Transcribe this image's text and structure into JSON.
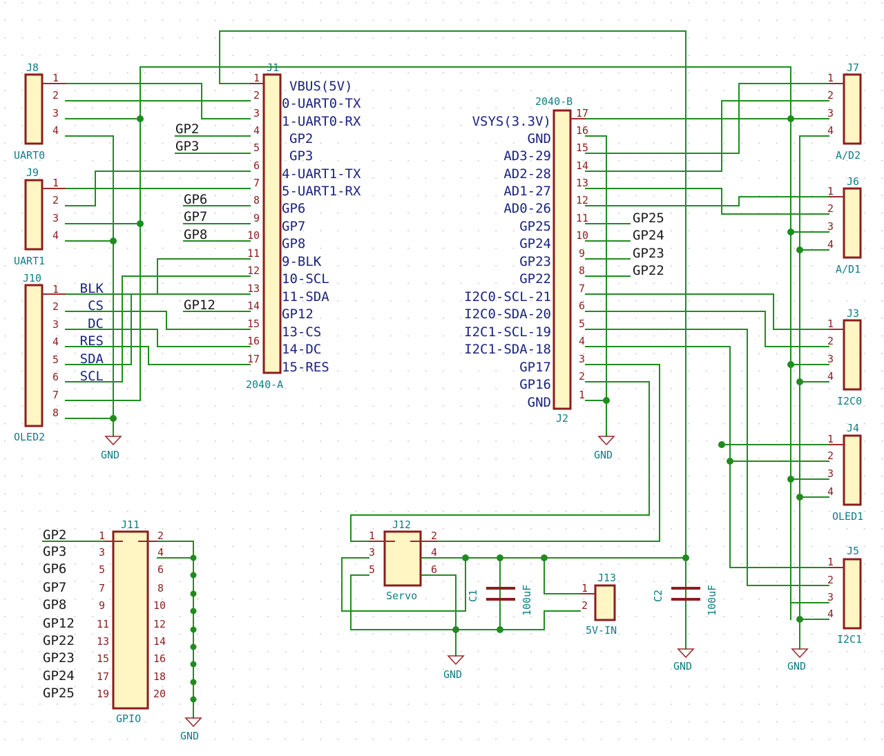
{
  "colors": {
    "wire": "#1e8c1e",
    "body_fill": "#fff6c4",
    "body_stroke": "#8c1c1c",
    "pin_name": "#1a237e",
    "reference": "#0f7d85"
  },
  "symbols": {
    "gnd_label": "GND",
    "J8": {
      "ref": "J8",
      "value": "UART0",
      "pins": [
        {
          "n": "1"
        },
        {
          "n": "2"
        },
        {
          "n": "3"
        },
        {
          "n": "4"
        }
      ]
    },
    "J9": {
      "ref": "J9",
      "value": "UART1",
      "pins": [
        {
          "n": "1"
        },
        {
          "n": "2"
        },
        {
          "n": "3"
        },
        {
          "n": "4"
        }
      ]
    },
    "J10": {
      "ref": "J10",
      "value": "OLED2",
      "pins": [
        {
          "n": "1",
          "name": "BLK"
        },
        {
          "n": "2",
          "name": "CS"
        },
        {
          "n": "3",
          "name": "DC"
        },
        {
          "n": "4",
          "name": "RES"
        },
        {
          "n": "5",
          "name": "SDA"
        },
        {
          "n": "6",
          "name": "SCL"
        },
        {
          "n": "7"
        },
        {
          "n": "8"
        }
      ]
    },
    "J1": {
      "ref": "J1",
      "value": "2040-A",
      "pins": [
        {
          "n": "1",
          "name": "VBUS(5V)"
        },
        {
          "n": "2",
          "name": "0-UART0-TX"
        },
        {
          "n": "3",
          "name": "1-UART0-RX"
        },
        {
          "n": "4",
          "name": "GP2"
        },
        {
          "n": "5",
          "name": "GP3"
        },
        {
          "n": "6",
          "name": "4-UART1-TX"
        },
        {
          "n": "7",
          "name": "5-UART1-RX"
        },
        {
          "n": "8",
          "name": "GP6"
        },
        {
          "n": "9",
          "name": "GP7"
        },
        {
          "n": "10",
          "name": "GP8"
        },
        {
          "n": "11",
          "name": "9-BLK"
        },
        {
          "n": "12",
          "name": "10-SCL"
        },
        {
          "n": "13",
          "name": "11-SDA"
        },
        {
          "n": "14",
          "name": "GP12"
        },
        {
          "n": "15",
          "name": "13-CS"
        },
        {
          "n": "16",
          "name": "14-DC"
        },
        {
          "n": "17",
          "name": "15-RES"
        }
      ]
    },
    "J2": {
      "ref": "J2",
      "value": "2040-B",
      "pins": [
        {
          "n": "17",
          "name": "VSYS(3.3V)"
        },
        {
          "n": "16",
          "name": "GND"
        },
        {
          "n": "15",
          "name": "AD3-29"
        },
        {
          "n": "14",
          "name": "AD2-28"
        },
        {
          "n": "13",
          "name": "AD1-27"
        },
        {
          "n": "12",
          "name": "AD0-26"
        },
        {
          "n": "11",
          "name": "GP25"
        },
        {
          "n": "10",
          "name": "GP24"
        },
        {
          "n": "9",
          "name": "GP23"
        },
        {
          "n": "8",
          "name": "GP22"
        },
        {
          "n": "7",
          "name": "I2C0-SCL-21"
        },
        {
          "n": "6",
          "name": "I2C0-SDA-20"
        },
        {
          "n": "5",
          "name": "I2C1-SCL-19"
        },
        {
          "n": "4",
          "name": "I2C1-SDA-18"
        },
        {
          "n": "3",
          "name": "GP17"
        },
        {
          "n": "2",
          "name": "GP16"
        },
        {
          "n": "1",
          "name": "GND"
        }
      ]
    },
    "J7": {
      "ref": "J7",
      "value": "A/D2",
      "pins": [
        {
          "n": "1"
        },
        {
          "n": "2"
        },
        {
          "n": "3"
        },
        {
          "n": "4"
        }
      ]
    },
    "J6": {
      "ref": "J6",
      "value": "A/D1",
      "pins": [
        {
          "n": "1"
        },
        {
          "n": "2"
        },
        {
          "n": "3"
        },
        {
          "n": "4"
        }
      ]
    },
    "J3": {
      "ref": "J3",
      "value": "I2C0",
      "pins": [
        {
          "n": "1"
        },
        {
          "n": "2"
        },
        {
          "n": "3"
        },
        {
          "n": "4"
        }
      ]
    },
    "J4": {
      "ref": "J4",
      "value": "OLED1",
      "pins": [
        {
          "n": "1"
        },
        {
          "n": "2"
        },
        {
          "n": "3"
        },
        {
          "n": "4"
        }
      ]
    },
    "J5": {
      "ref": "J5",
      "value": "I2C1",
      "pins": [
        {
          "n": "1"
        },
        {
          "n": "2"
        },
        {
          "n": "3"
        },
        {
          "n": "4"
        }
      ]
    },
    "J11": {
      "ref": "J11",
      "value": "GPIO",
      "left": [
        {
          "n": "1"
        },
        {
          "n": "3"
        },
        {
          "n": "5"
        },
        {
          "n": "7"
        },
        {
          "n": "9"
        },
        {
          "n": "11"
        },
        {
          "n": "13"
        },
        {
          "n": "15"
        },
        {
          "n": "17"
        },
        {
          "n": "19"
        }
      ],
      "right": [
        {
          "n": "2"
        },
        {
          "n": "4"
        },
        {
          "n": "6"
        },
        {
          "n": "8"
        },
        {
          "n": "10"
        },
        {
          "n": "12"
        },
        {
          "n": "14"
        },
        {
          "n": "16"
        },
        {
          "n": "18"
        },
        {
          "n": "20"
        }
      ]
    },
    "J12": {
      "ref": "J12",
      "value": "Servo",
      "left": [
        {
          "n": "1"
        },
        {
          "n": "3"
        },
        {
          "n": "5"
        }
      ],
      "right": [
        {
          "n": "2"
        },
        {
          "n": "4"
        },
        {
          "n": "6"
        }
      ]
    },
    "J13": {
      "ref": "J13",
      "value": "5V-IN",
      "pins": [
        {
          "n": "1"
        },
        {
          "n": "2"
        }
      ]
    },
    "C1": {
      "ref": "C1",
      "value": "100uF"
    },
    "C2": {
      "ref": "C2",
      "value": "100uF"
    }
  },
  "net_labels": {
    "j1_left": [
      "GP2",
      "GP3",
      "GP6",
      "GP7",
      "GP8",
      "GP12"
    ],
    "j2_right": [
      "GP25",
      "GP24",
      "GP23",
      "GP22"
    ],
    "j11_left": [
      "GP2",
      "GP3",
      "GP6",
      "GP7",
      "GP8",
      "GP12",
      "GP22",
      "GP23",
      "GP24",
      "GP25"
    ]
  }
}
